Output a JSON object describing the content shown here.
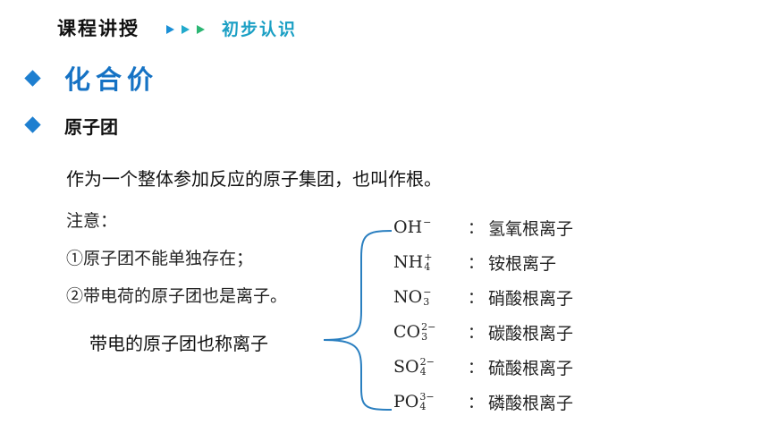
{
  "header": {
    "title": "课程讲授",
    "subtitle": "初步认识"
  },
  "section": {
    "title": "化合价"
  },
  "subsection": {
    "title": "原子团"
  },
  "definition": "作为一个整体参加反应的原子集团，也叫作根。",
  "notes": {
    "heading": "注意：",
    "items": [
      "①原子团不能单独存在；",
      "②带电荷的原子团也是离子。"
    ]
  },
  "charged_label": "带电的原子团也称离子",
  "ions": [
    {
      "base": "OH",
      "sub": "",
      "sup": "−",
      "colon": "：",
      "name": "氢氧根离子"
    },
    {
      "base": "NH",
      "sub": "4",
      "sup": "+",
      "colon": "：",
      "name": "铵根离子"
    },
    {
      "base": "NO",
      "sub": "3",
      "sup": "−",
      "colon": "：",
      "name": "硝酸根离子"
    },
    {
      "base": "CO",
      "sub": "3",
      "sup": "2−",
      "colon": "：",
      "name": "碳酸根离子"
    },
    {
      "base": "SO",
      "sub": "4",
      "sup": "2−",
      "colon": "：",
      "name": "硫酸根离子"
    },
    {
      "base": "PO",
      "sub": "4",
      "sup": "3−",
      "colon": "：",
      "name": "磷酸根离子"
    }
  ],
  "colors": {
    "accent": "#1572c4",
    "header_sub": "#1a9fc4",
    "brace": "#2a7fc0"
  }
}
